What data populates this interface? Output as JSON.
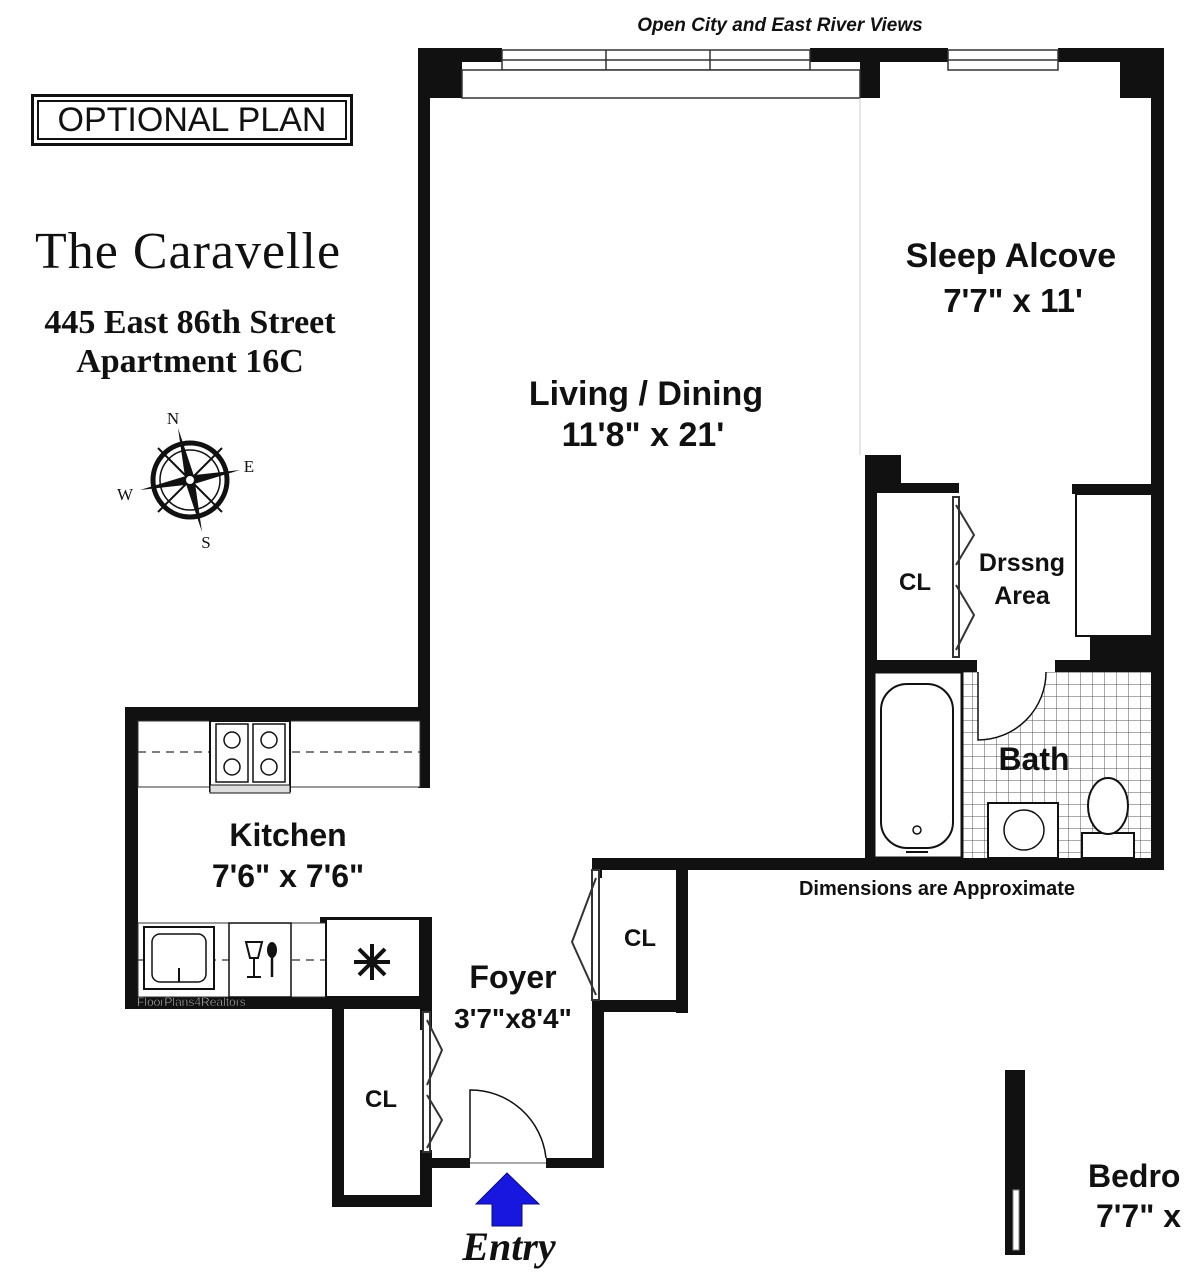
{
  "plan_label": "OPTIONAL PLAN",
  "building": {
    "name": "The Caravelle",
    "address": "445 East 86th Street",
    "apartment": "Apartment 16C"
  },
  "views_caption": "Open City and East River Views",
  "compass": {
    "n": "N",
    "e": "E",
    "s": "S",
    "w": "W"
  },
  "rooms": {
    "living": {
      "name": "Living / Dining",
      "dims": "11'8\" x 21'"
    },
    "sleep": {
      "name": "Sleep Alcove",
      "dims": "7'7\" x 11'"
    },
    "dressing": {
      "line1": "Drssng",
      "line2": "Area"
    },
    "closet_dressing": "CL",
    "bath": "Bath",
    "kitchen": {
      "name": "Kitchen",
      "dims": "7'6\" x 7'6\""
    },
    "foyer": {
      "name": "Foyer",
      "dims": "3'7\"x8'4\""
    },
    "closet_foyer": "CL",
    "closet_entry": "CL",
    "bedroom_partial": {
      "name": "Bedro",
      "dims": "7'7\" x"
    }
  },
  "dimensions_note": "Dimensions are Approximate",
  "watermark": "FloorPlans4Realtors",
  "entry_label": "Entry",
  "colors": {
    "wall": "#111111",
    "entry_arrow": "#1717e0",
    "line": "#333333"
  }
}
